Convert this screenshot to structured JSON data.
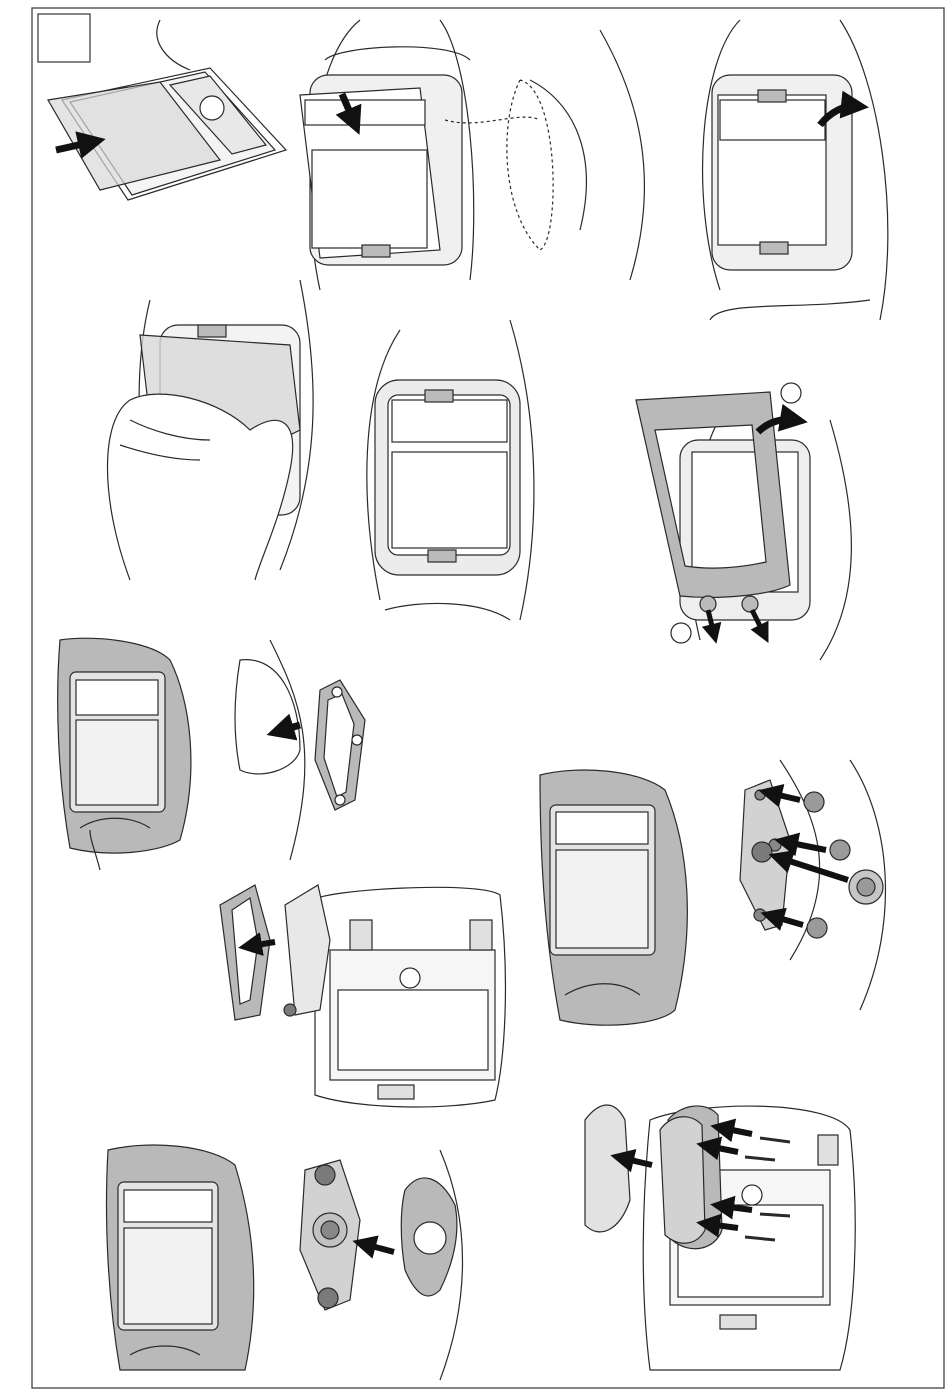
{
  "page": {
    "step_number": "",
    "callout_top": "",
    "callout_bottom": ""
  },
  "palette": {
    "line": "#2a2a2a",
    "shell_grey": "#b9b9b9",
    "light_grey": "#d2d2d2",
    "lens_grey": "#e4e4e4",
    "arrow": "#111111",
    "knob": "#7a7a7a"
  },
  "panels": [
    {
      "id": "lens-insert-slide",
      "arrow": "arrow-right"
    },
    {
      "id": "cartridge-insert-down",
      "arrow": "arrow-down"
    },
    {
      "id": "cartridge-rotate-in",
      "arrow": "arrow-curved"
    },
    {
      "id": "hand-press-cartridge",
      "arrow": ""
    },
    {
      "id": "cartridge-seated",
      "arrow": ""
    },
    {
      "id": "frame-clip-on",
      "arrow": "arrow-curved"
    },
    {
      "id": "helmet-gasket-fit",
      "arrow": "arrow-left"
    },
    {
      "id": "knobs-fit",
      "arrow": "arrow-left"
    },
    {
      "id": "plate-assembly",
      "arrow": "arrow-left"
    },
    {
      "id": "cover-fit",
      "arrow": "arrow-left"
    },
    {
      "id": "screws-fit",
      "arrow": "arrow-left"
    }
  ]
}
